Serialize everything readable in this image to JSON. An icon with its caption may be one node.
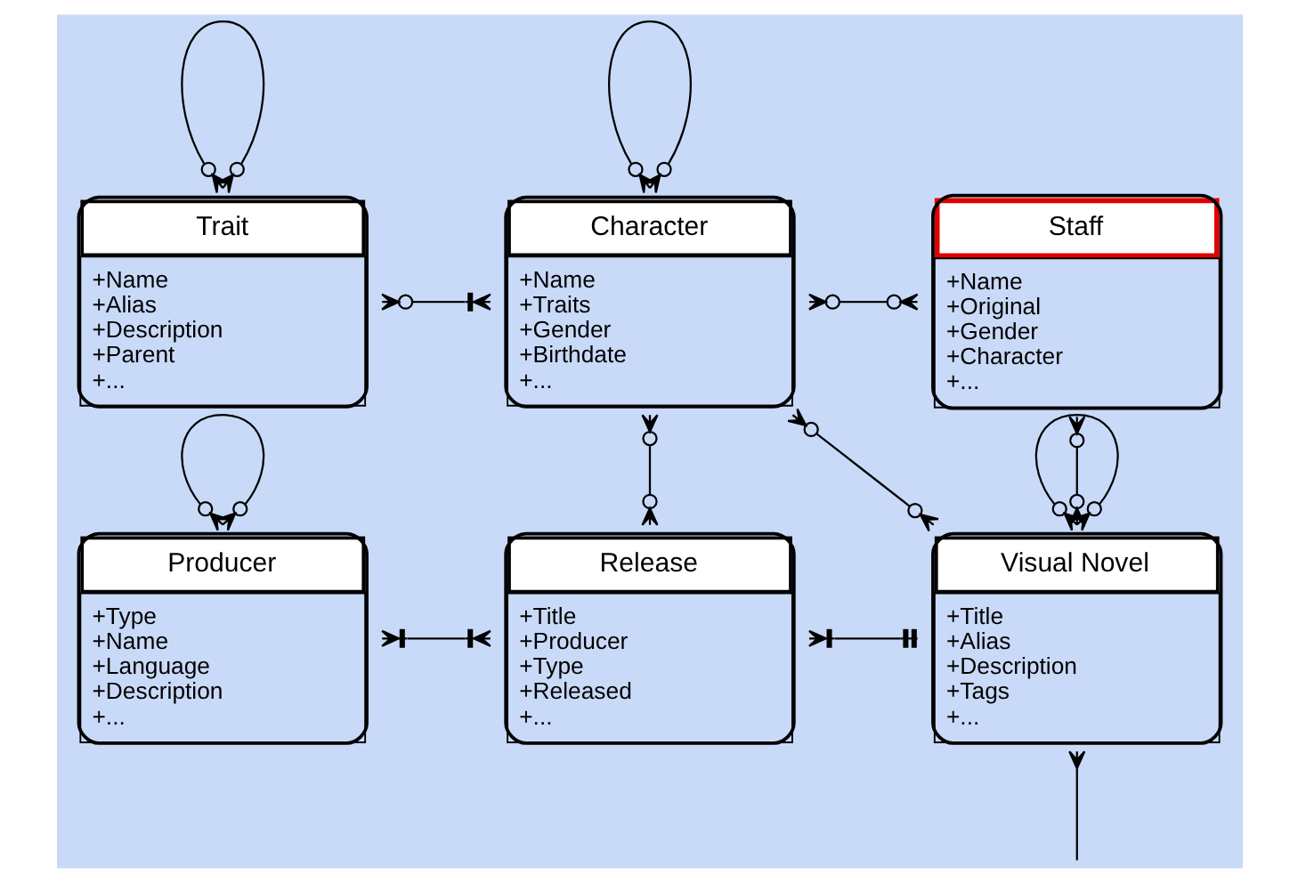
{
  "diagram": {
    "nodes": [
      {
        "text": [
          "Trait",
          "+Name +Alias +Description +Parent +..."
        ]
      },
      {
        "text": [
          "Character",
          "+Name +Traits +Gender +Birthdate +..."
        ]
      },
      {
        "text": [
          "Staff",
          "+Name +Original +Gender +Character +..."
        ]
      },
      {
        "text": [
          "Producer",
          "+Type +Name +Language +Description +..."
        ]
      },
      {
        "text": [
          "Release",
          "+Title +Producer +Type +Released +..."
        ]
      },
      {
        "text": [
          "Visual Novel",
          "+Title +Alias +Description +Tags +..."
        ]
      }
    ],
    "edges": [
      {
        "from": 0,
        "to": 0,
        "arrow": "other"
      },
      {
        "from": 1,
        "to": 1,
        "arrow": "other"
      },
      {
        "from": 0,
        "to": 1,
        "arrow": "other"
      },
      {
        "from": 1,
        "to": 2,
        "arrow": "other"
      },
      {
        "from": 1,
        "to": 5,
        "arrow": "other"
      },
      {
        "from": 1,
        "to": 4,
        "arrow": "other"
      },
      {
        "from": 2,
        "to": 5,
        "arrow": "other"
      },
      {
        "from": 3,
        "to": 4,
        "arrow": "other"
      },
      {
        "from": 4,
        "to": 5,
        "arrow": "other"
      },
      {
        "from": 3,
        "to": 3,
        "arrow": "other"
      },
      {
        "from": 5,
        "to": 5,
        "arrow": "other"
      },
      {
        "from": 5,
        "to": null,
        "arrow": "other"
      }
    ]
  }
}
